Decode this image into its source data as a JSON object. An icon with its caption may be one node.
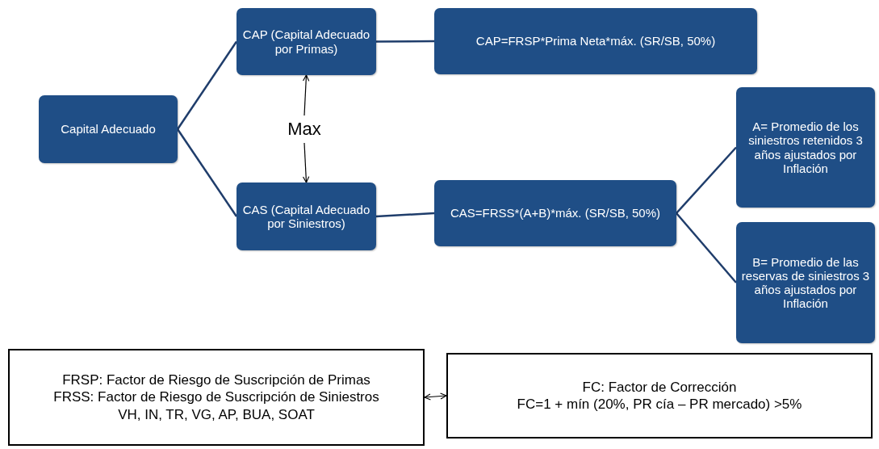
{
  "diagram": {
    "nodes": [
      {
        "text": [
          "Capital Adecuado"
        ]
      },
      {
        "text": [
          "CAP (Capital Adecuado por Primas)"
        ]
      },
      {
        "text": [
          "CAP=FRSP*Prima Neta*máx. (SR/SB, 50%)"
        ]
      },
      {
        "text": [
          "Max"
        ]
      },
      {
        "text": [
          "CAS (Capital Adecuado por Siniestros)"
        ]
      },
      {
        "text": [
          "CAS=FRSS*(A+B)*máx. (SR/SB, 50%)"
        ]
      },
      {
        "text": [
          "A= Promedio de los siniestros retenidos 3 años ajustados por Inflación"
        ]
      },
      {
        "text": [
          "B= Promedio de las reservas de siniestros 3 años ajustados por Inflación"
        ]
      },
      {
        "text": [
          "FRSP: Factor de Riesgo de Suscripción de Primas",
          "FRSS: Factor de Riesgo de Suscripción de Siniestros",
          "VH, IN, TR, VG, AP, BUA, SOAT"
        ]
      },
      {
        "text": [
          "FC: Factor de Corrección",
          "FC=1 + mín (20%, PR cía – PR mercado) >5%"
        ]
      }
    ],
    "edges": [
      {
        "from": 0,
        "to": 1,
        "arrow": "none"
      },
      {
        "from": 0,
        "to": 4,
        "arrow": "none"
      },
      {
        "from": 1,
        "to": 2,
        "arrow": "none"
      },
      {
        "from": 3,
        "to": 1,
        "arrow": "to",
        "color": "#000000"
      },
      {
        "from": 3,
        "to": 4,
        "arrow": "to",
        "color": "#000000"
      },
      {
        "from": 4,
        "to": 5,
        "arrow": "none"
      },
      {
        "from": 5,
        "to": 6,
        "arrow": "none"
      },
      {
        "from": 5,
        "to": 7,
        "arrow": "none"
      },
      {
        "from": 8,
        "to": 9,
        "arrow": "both",
        "color": "#000000"
      }
    ]
  }
}
